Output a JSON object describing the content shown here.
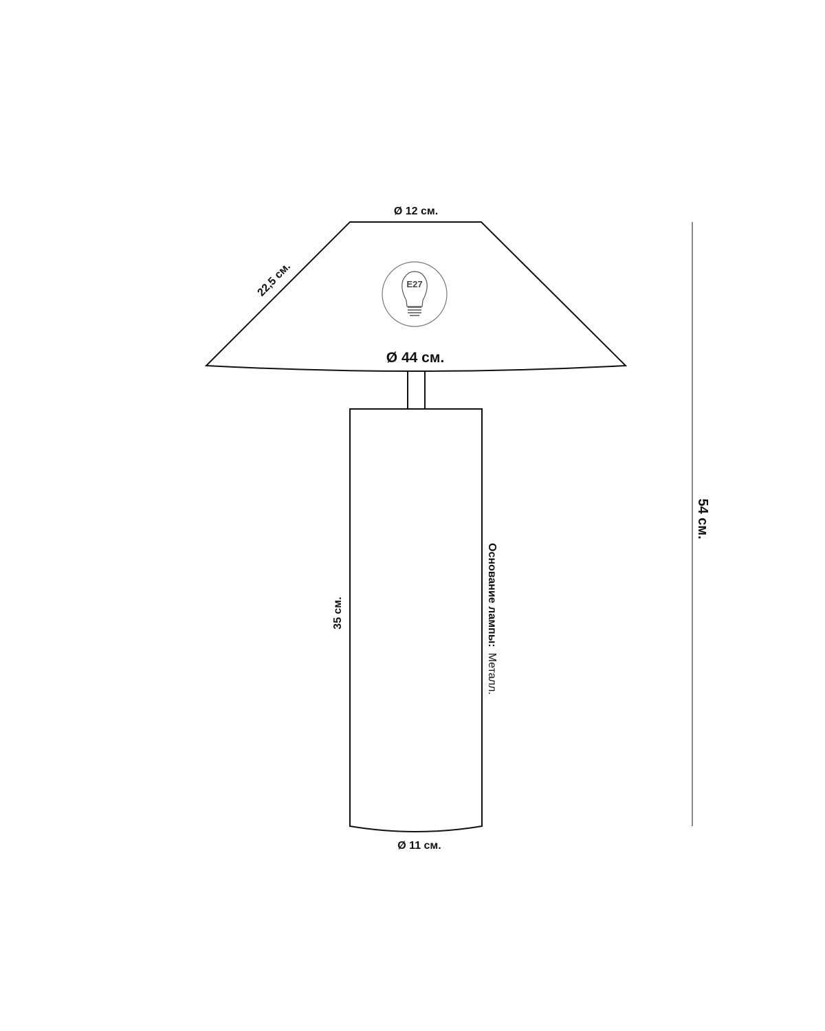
{
  "dimensions": {
    "shade_top_diameter": "Ø 12 см.",
    "shade_slant": "22,5 см.",
    "shade_bottom_diameter": "Ø 44 см.",
    "base_height": "35 см.",
    "base_diameter": "Ø 11 см.",
    "total_height": "54 см."
  },
  "bulb": {
    "label": "E27"
  },
  "material": {
    "label": "Основание лампы:",
    "value": "Металл."
  }
}
